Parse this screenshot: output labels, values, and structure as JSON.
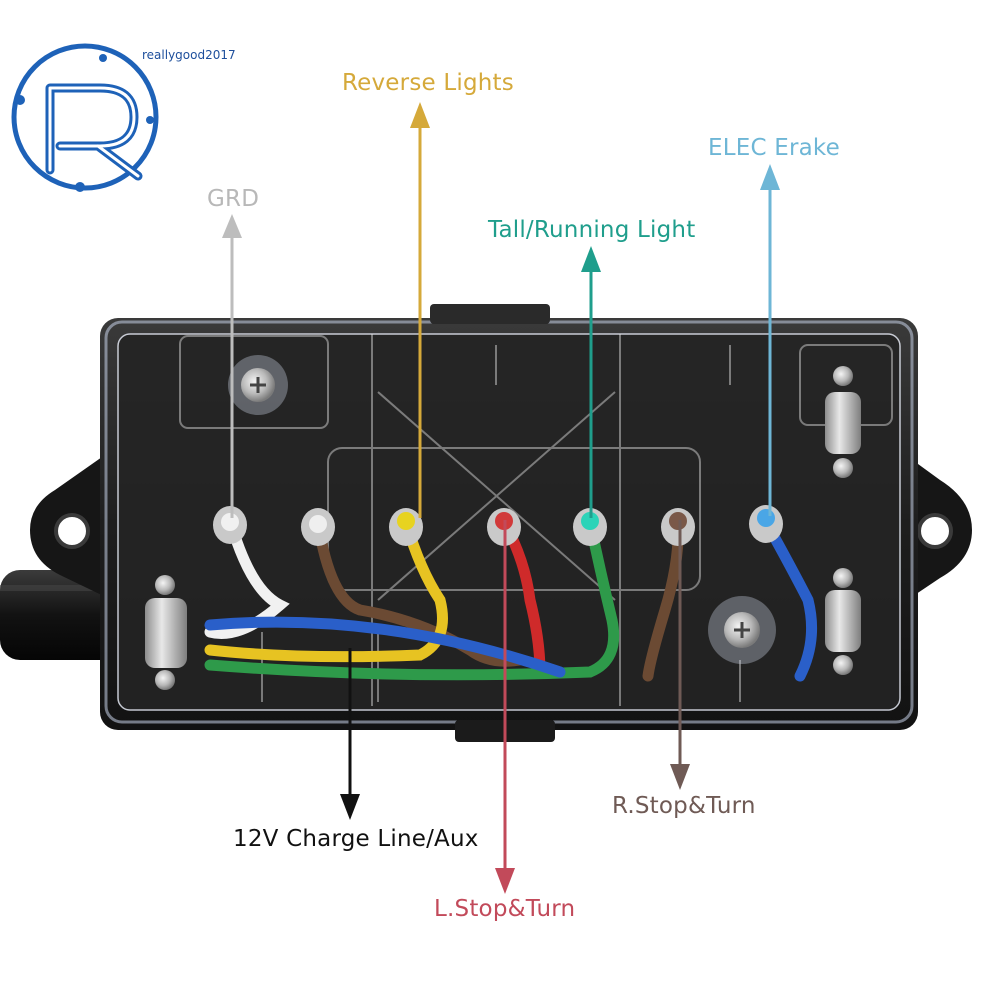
{
  "logo": {
    "text": "reallygood2017",
    "color": "#1e62b8"
  },
  "labels": {
    "reverse_lights": {
      "text": "Reverse Lights",
      "color": "#d5a93a"
    },
    "elec_brake": {
      "text": "ELEC Erake",
      "color": "#6eb6d6"
    },
    "grd": {
      "text": "GRD",
      "color": "#b8b8b8"
    },
    "tail_running": {
      "text": "Tall/Running Light",
      "color": "#1f9e8c"
    },
    "charge_aux": {
      "text": "12V Charge Line/Aux",
      "color": "#111111"
    },
    "r_stop_turn": {
      "text": "R.Stop&Turn",
      "color": "#6f5a55"
    },
    "l_stop_turn": {
      "text": "L.Stop&Turn",
      "color": "#c24a5a"
    }
  },
  "wire_colors": {
    "white": "#f1f1f1",
    "brown": "#6b4a33",
    "yellow": "#e7c322",
    "red": "#cf2a2a",
    "green": "#2e9a4a",
    "brown_r": "#6b4a33",
    "blue": "#2a5fc9"
  }
}
